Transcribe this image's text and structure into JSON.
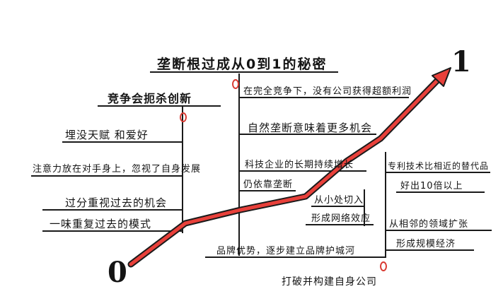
{
  "title": "垄断根过成从0到1的秘密",
  "endpoints": {
    "start": "0",
    "end": "1"
  },
  "zero_mark": "0",
  "left_branch": {
    "heading": "竞争会扼杀创新",
    "items": [
      "埋没天赋 和爱好",
      "注意力放在对手身上，忽视了自身发展",
      "过分重视过去的机会",
      "一味重复过去的模式"
    ]
  },
  "center_branch": {
    "items": [
      "在完全竞争下，没有公司获得超额利润",
      "自然垄断意味着更多机会",
      "科技企业的长期持续增长",
      "仍依靠垄断",
      "从小处切入",
      "形成网络效应",
      "品牌优势，逐步建立品牌护城河"
    ]
  },
  "right_branch": {
    "items": [
      "专利技术比相近的替代品",
      "好出10倍以上",
      "从相邻的领域扩张",
      "形成规模经济"
    ]
  },
  "bottom_partial": "打破并构建自身公司",
  "colors": {
    "arrow": "#e8403a",
    "outline": "#1a1a1a",
    "ink": "#141414",
    "zero_mark": "#d93a32"
  }
}
